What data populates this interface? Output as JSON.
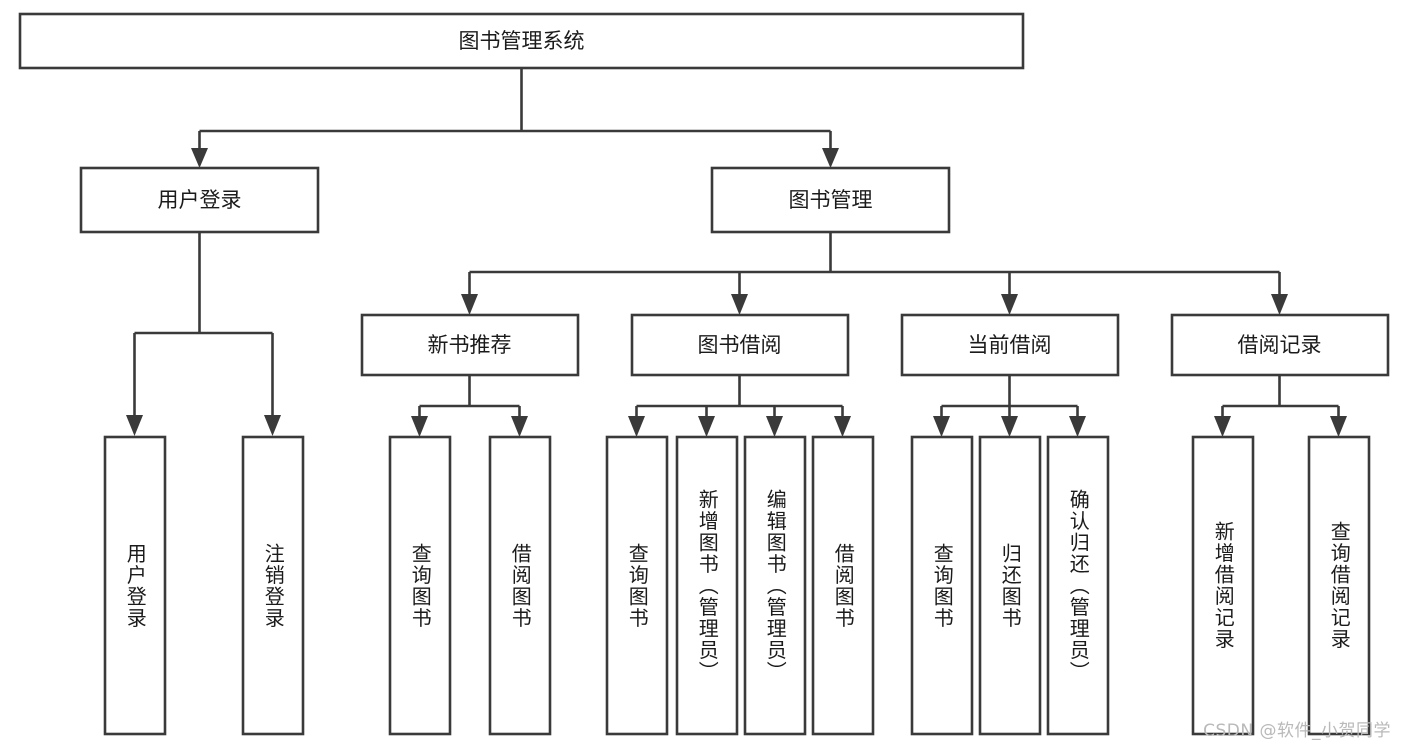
{
  "diagram": {
    "title": "图书管理系统",
    "type": "hierarchy-tree",
    "root": {
      "label": "图书管理系统"
    },
    "level2": [
      {
        "label": "用户登录"
      },
      {
        "label": "图书管理"
      }
    ],
    "level3": [
      {
        "label": "新书推荐"
      },
      {
        "label": "图书借阅"
      },
      {
        "label": "当前借阅"
      },
      {
        "label": "借阅记录"
      }
    ],
    "leaves": {
      "user_login": [
        {
          "label": "用户登录"
        },
        {
          "label": "注销登录"
        }
      ],
      "new_book_recommend": [
        {
          "label": "查询图书"
        },
        {
          "label": "借阅图书"
        }
      ],
      "book_borrow": [
        {
          "label": "查询图书"
        },
        {
          "label": "新增图书（管理员）"
        },
        {
          "label": "编辑图书（管理员）"
        },
        {
          "label": "借阅图书"
        }
      ],
      "current_borrow": [
        {
          "label": "查询图书"
        },
        {
          "label": "归还图书"
        },
        {
          "label": "确认归还（管理员）"
        }
      ],
      "borrow_record": [
        {
          "label": "新增借阅记录"
        },
        {
          "label": "查询借阅记录"
        }
      ]
    }
  },
  "watermark": {
    "text": "CSDN @软件_小贺同学"
  },
  "colors": {
    "box_stroke": "#3a3a3a",
    "box_fill": "#ffffff",
    "text": "#1b1b1b",
    "watermark": "#b9b9b9",
    "background": "#ffffff"
  }
}
